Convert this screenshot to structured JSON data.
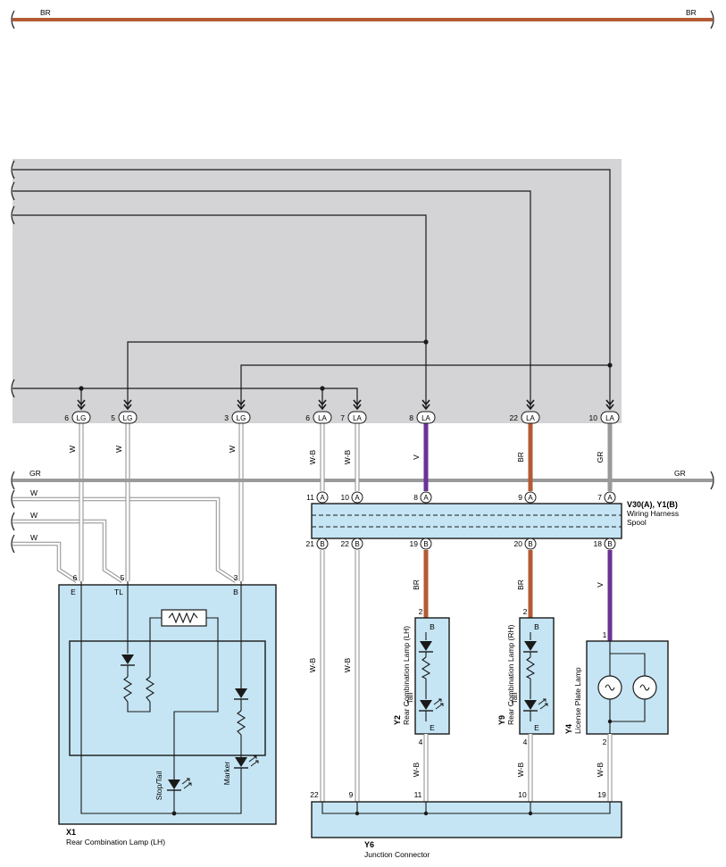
{
  "colors": {
    "shade": "#d4d4d6",
    "box_fill": "#c5e5f4",
    "BR": "#b45a34",
    "GR": "#9a9a9c",
    "V": "#6b3296",
    "W": "#ffffff",
    "W-B": "#ffffff",
    "black": "#1a1a1a"
  },
  "top_wire": {
    "left_label": "BR",
    "right_label": "BR"
  },
  "gr_bus": {
    "left_label": "GR",
    "right_label": "GR"
  },
  "left_w_labels": [
    "W",
    "W",
    "W"
  ],
  "lg_pins": [
    {
      "pin": "6",
      "conn": "LG",
      "wire": "W"
    },
    {
      "pin": "5",
      "conn": "LG",
      "wire": "W"
    },
    {
      "pin": "3",
      "conn": "LG",
      "wire": "W"
    }
  ],
  "la_pins": [
    {
      "pin": "6",
      "conn": "LA",
      "wire": "W-B"
    },
    {
      "pin": "7",
      "conn": "LA",
      "wire": "W-B"
    },
    {
      "pin": "8",
      "conn": "LA",
      "wire": "V"
    },
    {
      "pin": "22",
      "conn": "LA",
      "wire": "BR"
    },
    {
      "pin": "10",
      "conn": "LA",
      "wire": "GR"
    }
  ],
  "spool": {
    "id": "V30(A), Y1(B)",
    "name_line1": "Wiring Harness",
    "name_line2": "Spool",
    "top_pins": [
      {
        "pin": "11",
        "conn": "A"
      },
      {
        "pin": "10",
        "conn": "A"
      },
      {
        "pin": "8",
        "conn": "A"
      },
      {
        "pin": "9",
        "conn": "A"
      },
      {
        "pin": "7",
        "conn": "A"
      }
    ],
    "bottom_pins": [
      {
        "pin": "21",
        "conn": "B"
      },
      {
        "pin": "22",
        "conn": "B"
      },
      {
        "pin": "19",
        "conn": "B"
      },
      {
        "pin": "20",
        "conn": "B"
      },
      {
        "pin": "18",
        "conn": "B"
      }
    ]
  },
  "below_spool_wires": [
    "W-B",
    "W-B",
    "BR",
    "BR",
    "V"
  ],
  "x1": {
    "id": "X1",
    "name": "Rear Combination Lamp (LH)",
    "pins": [
      "6",
      "5",
      "3"
    ],
    "terminals": [
      "E",
      "TL",
      "B"
    ],
    "stop_tail_label": "Stop/Tail",
    "marker_label": "Marker"
  },
  "y2": {
    "id": "Y2",
    "name": "Rear Combination Lamp (LH)",
    "pin_top": "2",
    "term_top": "B",
    "pin_bottom": "4",
    "term_bottom": "E",
    "lamp_label": "Tail",
    "wire_bottom": "W-B"
  },
  "y9": {
    "id": "Y9",
    "name": "Rear Combination Lamp (RH)",
    "pin_top": "2",
    "term_top": "B",
    "pin_bottom": "4",
    "term_bottom": "E",
    "lamp_label": "Tail",
    "wire_bottom": "W-B"
  },
  "y4": {
    "id": "Y4",
    "name": "License Plate Lamp",
    "pin_top": "1",
    "pin_bottom": "2",
    "wire_bottom": "W-B"
  },
  "y6": {
    "id": "Y6",
    "name": "Junction Connector",
    "pins": [
      "22",
      "9",
      "11",
      "10",
      "19"
    ]
  }
}
